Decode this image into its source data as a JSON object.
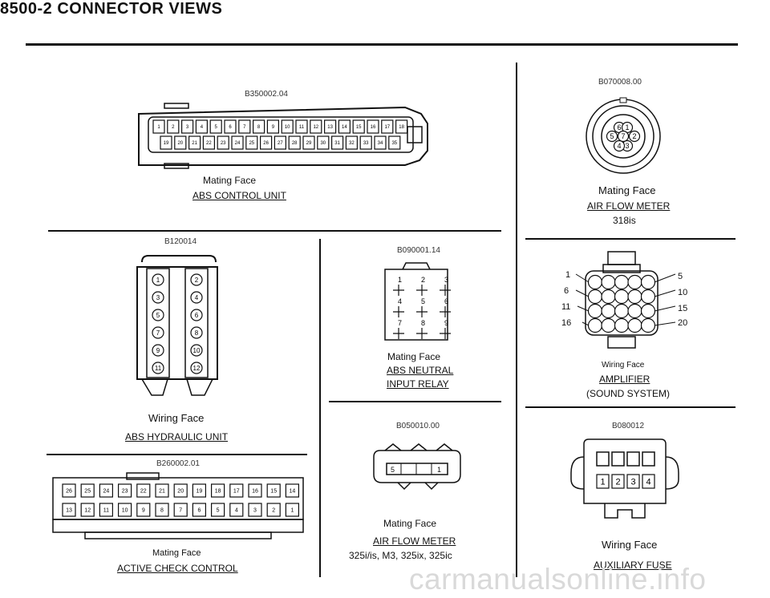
{
  "page": {
    "title": "8500-2  CONNECTOR VIEWS"
  },
  "abs_control": {
    "code": "B350002.04",
    "face": "Mating Face",
    "component": "ABS CONTROL UNIT",
    "top_pins": [
      "1",
      "2",
      "3",
      "4",
      "5",
      "6",
      "7",
      "8",
      "9",
      "10",
      "11",
      "12",
      "13",
      "14",
      "15",
      "16",
      "17",
      "18"
    ],
    "bottom_pins": [
      "19",
      "20",
      "21",
      "22",
      "23",
      "24",
      "25",
      "26",
      "27",
      "28",
      "29",
      "30",
      "31",
      "32",
      "33",
      "34",
      "35"
    ]
  },
  "airflow_318": {
    "code": "B070008.00",
    "face": "Mating Face",
    "component": "AIR FLOW METER",
    "model": "318is",
    "pins": [
      "1",
      "2",
      "3",
      "4",
      "5",
      "6",
      "7"
    ]
  },
  "abs_hydraulic": {
    "code": "B120014",
    "face": "Wiring Face",
    "component": "ABS HYDRAULIC UNIT",
    "left_pins": [
      "1",
      "3",
      "5",
      "7",
      "9",
      "11"
    ],
    "right_pins": [
      "2",
      "4",
      "6",
      "8",
      "10",
      "12"
    ]
  },
  "abs_neutral": {
    "code": "B090001.14",
    "face": "Mating Face",
    "component_line1": "ABS NEUTRAL",
    "component_line2": "INPUT RELAY",
    "pins": [
      "1",
      "2",
      "3",
      "4",
      "5",
      "6",
      "7",
      "8",
      "9"
    ]
  },
  "amplifier": {
    "face": "Wiring Face",
    "component": "AMPLIFIER",
    "sub": "(SOUND SYSTEM)",
    "left_labels": [
      "1",
      "6",
      "11",
      "16"
    ],
    "right_labels": [
      "5",
      "10",
      "15",
      "20"
    ]
  },
  "airflow_325": {
    "code": "B050010.00",
    "face": "Mating Face",
    "component": "AIR FLOW METER",
    "model": "325i/is, M3, 325ix, 325ic",
    "left_pin": "5",
    "right_pin": "1"
  },
  "aux_fuse": {
    "code": "B080012",
    "face": "Wiring Face",
    "component": "AUXILIARY FUSE",
    "pins": [
      "1",
      "2",
      "3",
      "4"
    ]
  },
  "active_check": {
    "code": "B260002.01",
    "face": "Mating Face",
    "component": "ACTIVE CHECK CONTROL",
    "top_pins": [
      "26",
      "25",
      "24",
      "23",
      "22",
      "21",
      "20",
      "19",
      "18",
      "17",
      "16",
      "15",
      "14"
    ],
    "bottom_pins": [
      "13",
      "12",
      "11",
      "10",
      "9",
      "8",
      "7",
      "6",
      "5",
      "4",
      "3",
      "2",
      "1"
    ]
  },
  "watermark": "carmanualsonline.info"
}
